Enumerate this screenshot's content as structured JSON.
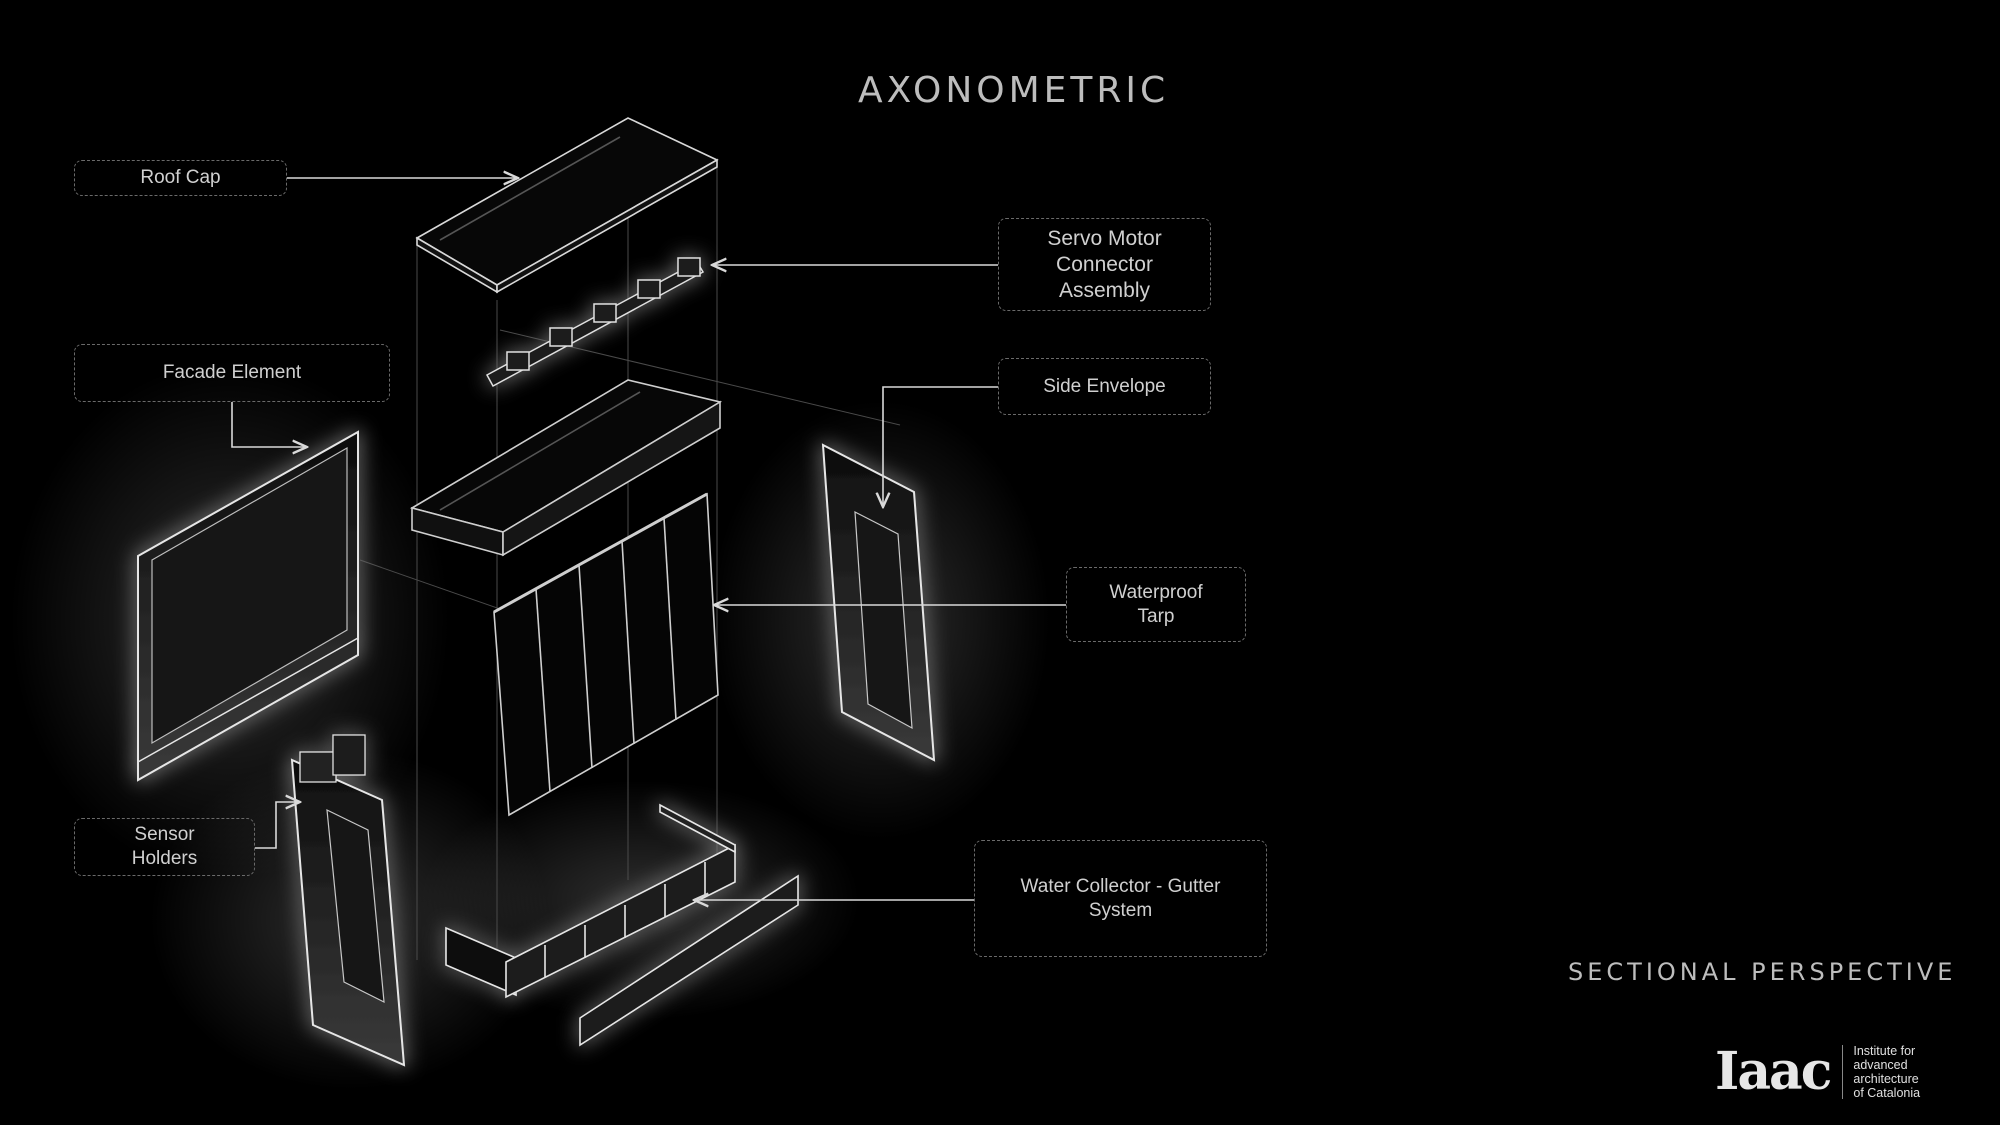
{
  "title": "AXONOMETRIC",
  "subtitle": "SECTIONAL PERSPECTIVE",
  "labels": {
    "roof_cap": "Roof Cap",
    "servo_motor": "Servo Motor\nConnector\nAssembly",
    "facade_element": "Facade Element",
    "side_envelope": "Side Envelope",
    "waterproof_tarp": "Waterproof\nTarp",
    "sensor_holders": "Sensor\nHolders",
    "water_collector": "Water Collector - Gutter\nSystem"
  },
  "logo": {
    "mark": "Iaac",
    "text": "Institute for\nadvanced\narchitecture\nof Catalonia"
  },
  "colors": {
    "background": "#000000",
    "line": "#d9d9d9",
    "glow": "#ffffff",
    "callout_border": "#6a6a6a"
  }
}
